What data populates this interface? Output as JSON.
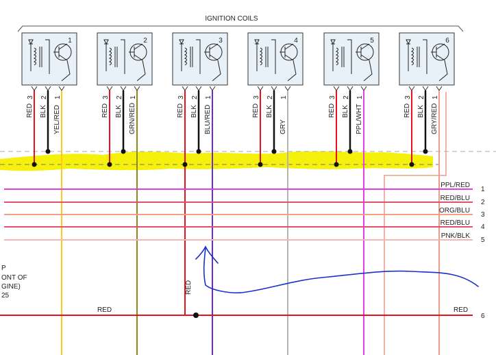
{
  "title": "IGNITION COILS",
  "colors": {
    "red": "#e8101a",
    "black": "#111111",
    "yellow": "#ffc81e",
    "olive": "#8d8a1c",
    "purple": "#6a2bd0",
    "gray": "#b4b4b4",
    "magenta": "#e040e0",
    "salmon": "#ee9a8a",
    "highlight": "#f4f000",
    "annotation": "#1830cc"
  },
  "coils": [
    {
      "number": "1",
      "pins": [
        "3",
        "2",
        "1"
      ],
      "wires": [
        "RED",
        "BLK",
        "YEL/RED"
      ]
    },
    {
      "number": "2",
      "pins": [
        "3",
        "2",
        "1"
      ],
      "wires": [
        "RED",
        "BLK",
        "GRN/RED"
      ]
    },
    {
      "number": "3",
      "pins": [
        "3",
        "2",
        "1"
      ],
      "wires": [
        "RED",
        "BLK",
        "BLU/RED"
      ]
    },
    {
      "number": "4",
      "pins": [
        "3",
        "2",
        "1"
      ],
      "wires": [
        "RED",
        "BLK",
        "GRY"
      ]
    },
    {
      "number": "5",
      "pins": [
        "3",
        "2",
        "1"
      ],
      "wires": [
        "RED",
        "BLK",
        "PPL/WHT"
      ]
    },
    {
      "number": "6",
      "pins": [
        "3",
        "2",
        "1"
      ],
      "wires": [
        "RED",
        "BLK",
        "GRY/RED"
      ]
    }
  ],
  "buses": [
    {
      "label": "PPL/RED",
      "number": "1"
    },
    {
      "label": "RED/BLU",
      "number": "2"
    },
    {
      "label": "ORG/BLU",
      "number": "3"
    },
    {
      "label": "RED/BLU",
      "number": "4"
    },
    {
      "label": "PNK/BLK",
      "number": "5"
    }
  ],
  "supply": {
    "label_left": "RED",
    "label_right": "RED",
    "number": "6",
    "vertical_label": "RED"
  },
  "left_text": [
    "P",
    "ONT OF",
    "GINE)",
    "25"
  ]
}
